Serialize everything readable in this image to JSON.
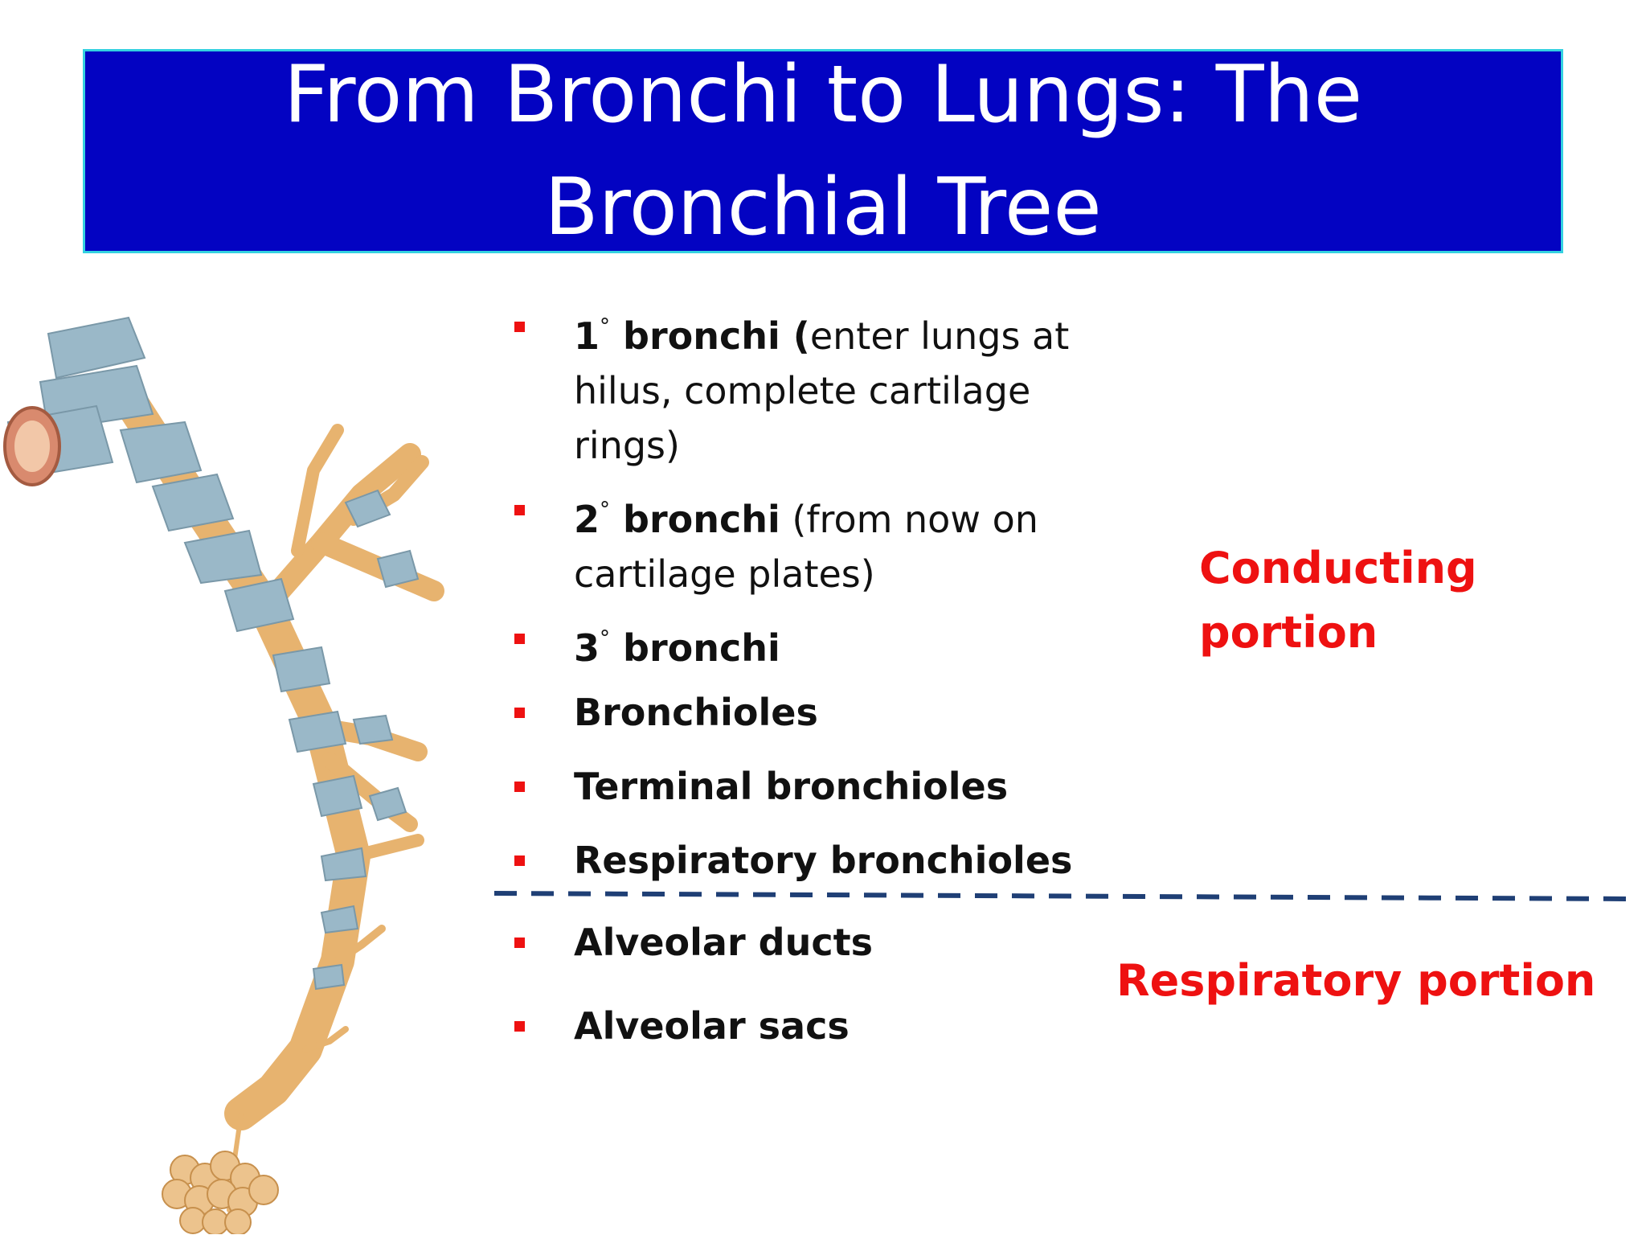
{
  "title": "From Bronchi to Lungs:  The Bronchial Tree",
  "bullets": [
    {
      "num": "1",
      "deg": "°",
      "bold": " bronchi (",
      "normal": "enter lungs at hilus, complete cartilage rings)"
    },
    {
      "num": "2",
      "deg": "°",
      "bold": " bronchi",
      "normal": " (from now on cartilage plates)"
    },
    {
      "num": "3",
      "deg": "°",
      "bold": " bronchi",
      "normal": ""
    },
    {
      "num": "",
      "deg": "",
      "bold": "Bronchioles",
      "normal": ""
    },
    {
      "num": "",
      "deg": "",
      "bold": "Terminal bronchioles",
      "normal": ""
    },
    {
      "num": "",
      "deg": "",
      "bold": "Respiratory bronchioles",
      "normal": ""
    },
    {
      "num": "",
      "deg": "",
      "bold": "Alveolar ducts",
      "normal": ""
    },
    {
      "num": "",
      "deg": "",
      "bold": "Alveolar sacs",
      "normal": ""
    }
  ],
  "labels": {
    "conducting": "Conducting portion",
    "respiratory": "Respiratory portion"
  },
  "colors": {
    "title_bg": "#0303c2",
    "title_border": "#34d1e0",
    "title_text": "#ffffff",
    "bullet": "#ee1111",
    "label": "#ee1111",
    "divider": "#1f3f75",
    "cartilage": "#9ab8c8",
    "tissue": "#e7b36f"
  },
  "illustration": {
    "icon": "bronchial-tree-illustration"
  }
}
